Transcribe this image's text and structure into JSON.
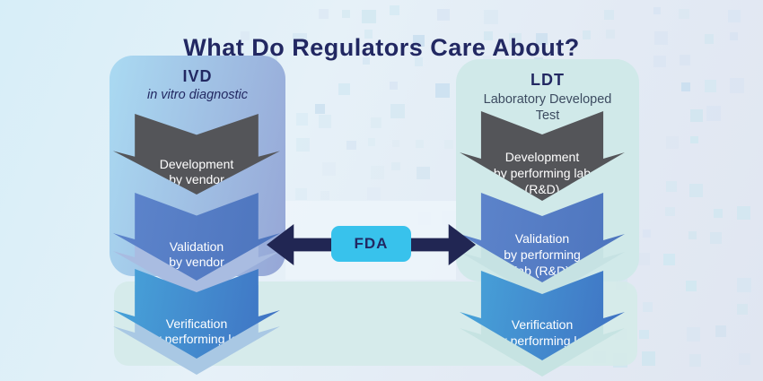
{
  "title": "What Do Regulators Care About?",
  "columns": {
    "ivd": {
      "heading": "IVD",
      "subheading": "in vitro diagnostic",
      "steps": [
        {
          "name": "development",
          "label": "Development\nby vendor"
        },
        {
          "name": "validation",
          "label": "Validation\nby vendor"
        },
        {
          "name": "verification",
          "label": "Verification\nby performing lab"
        }
      ]
    },
    "ldt": {
      "heading": "LDT",
      "subheading": "Laboratory Developed\nTest",
      "steps": [
        {
          "name": "development",
          "label": "Development\nby performing lab\n(R&D)"
        },
        {
          "name": "validation",
          "label": "Validation\nby performing\nlab (R&D)"
        },
        {
          "name": "verification",
          "label": "Verification\nby performing lab"
        }
      ]
    }
  },
  "fda": {
    "label": "FDA"
  },
  "colors": {
    "title_navy": "#222862",
    "fda_cyan": "#38c2ec",
    "arrow_navy": "#212653",
    "development_gray": "#545559",
    "validation_blue": "#5479c4",
    "verification_start": "#47a5da",
    "verification_end": "#3f70c2",
    "ivd_panel_start": "#aadaf2",
    "ivd_panel_end": "#96a6d6",
    "ldt_panel": "#d0e9e9",
    "bottom_panel": "#d5eae9"
  }
}
